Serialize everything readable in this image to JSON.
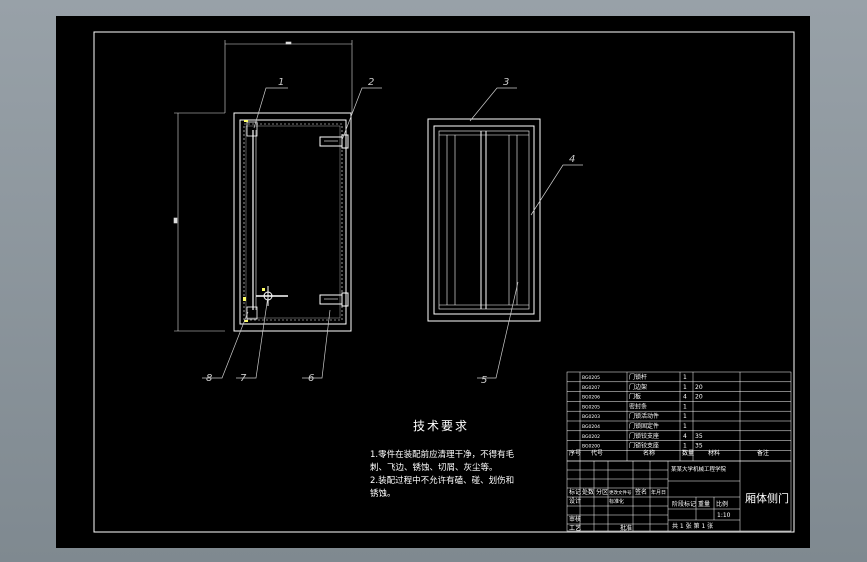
{
  "colors": {
    "viewport_bg": "#8a949c",
    "sheet_bg": "#000000",
    "line": "#ffffff",
    "yellow": "#ffff66",
    "gray": "#a8a8a8"
  },
  "callouts": [
    "1",
    "2",
    "3",
    "4",
    "5",
    "6",
    "7",
    "8"
  ],
  "tech_requirements": {
    "title": "技术要求",
    "lines": [
      "1.零件在装配前应清理干净，不得有毛",
      "刺、飞边、锈蚀、切屑、灰尘等。",
      "2.装配过程中不允许有磕、碰、划伤和",
      "锈蚀。"
    ]
  },
  "bom": {
    "header": {
      "seq": "序号",
      "code": "代号",
      "name": "名称",
      "qty": "数量",
      "material": "材料",
      "remark": "备注"
    },
    "rows": [
      {
        "code": "BG0205",
        "name": "门锁杆",
        "qty": "1",
        "material": ""
      },
      {
        "code": "BG0207",
        "name": "门边架",
        "qty": "1",
        "material": "20"
      },
      {
        "code": "BG0206",
        "name": "门板",
        "qty": "4",
        "material": "20"
      },
      {
        "code": "BG0205",
        "name": "密封条",
        "qty": "1",
        "material": ""
      },
      {
        "code": "BG0203",
        "name": "门锁活动件",
        "qty": "1",
        "material": ""
      },
      {
        "code": "BG0204",
        "name": "门锁固定件",
        "qty": "1",
        "material": ""
      },
      {
        "code": "BG0202",
        "name": "门锁铰支座",
        "qty": "4",
        "material": "35"
      },
      {
        "code": "BG0200",
        "name": "门锁铰支座",
        "qty": "1",
        "material": "35"
      }
    ]
  },
  "title_block": {
    "part_name": "厢体侧门",
    "company": "某某大学机械工程学院",
    "stage_label": "阶段标记",
    "weight_label": "重量",
    "scale_label": "比例",
    "scale_value": "1:10",
    "sheet_info": "共 1 张   第 1 张",
    "labels": [
      "标记",
      "处数",
      "分区",
      "更改文件号",
      "签名",
      "年月日",
      "设计",
      "标准化",
      "审核",
      "工艺",
      "批准"
    ]
  }
}
